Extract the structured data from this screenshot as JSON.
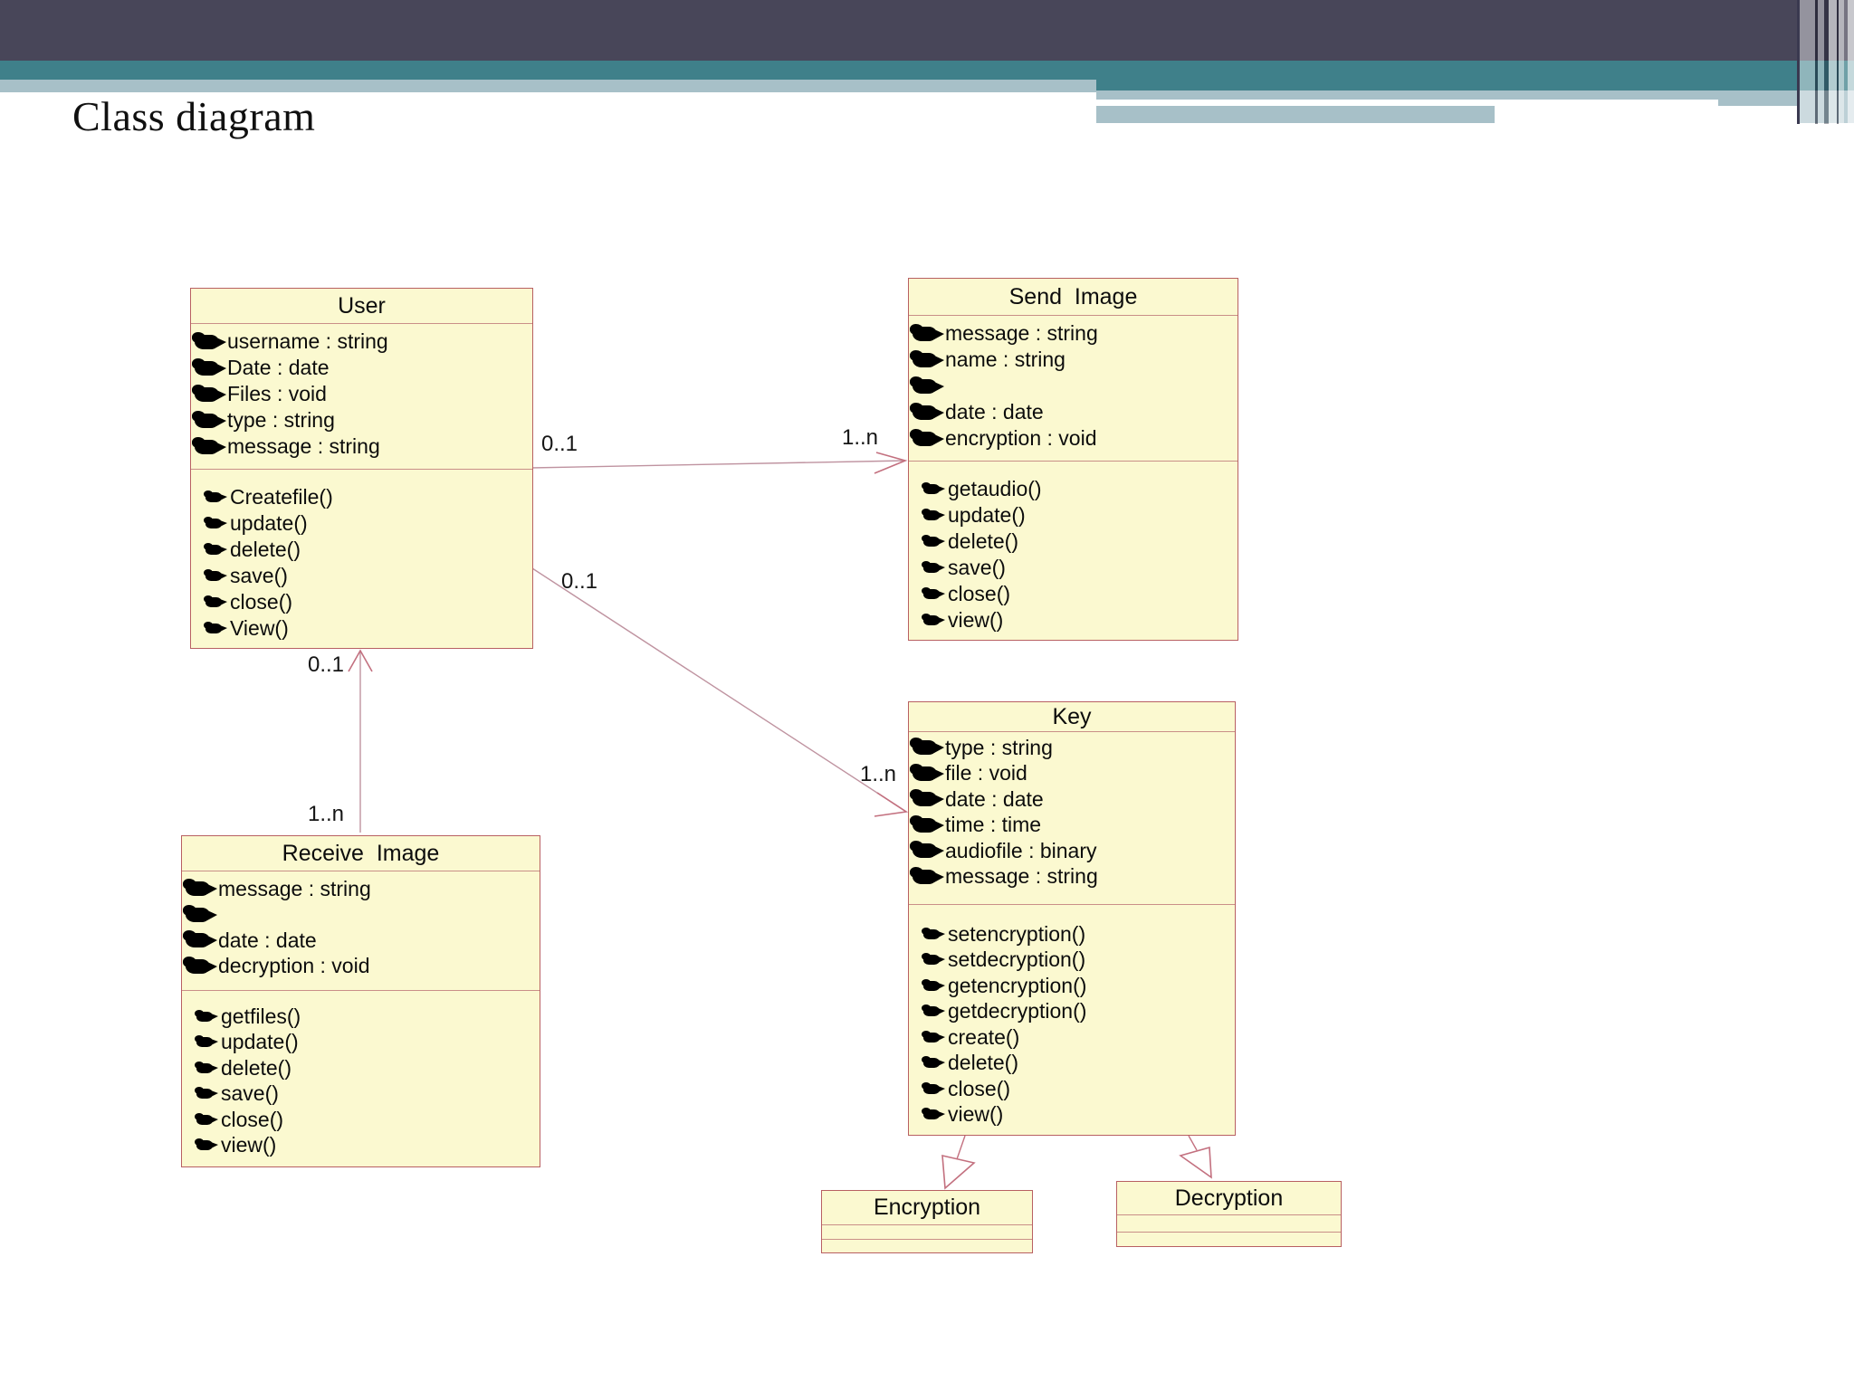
{
  "slide": {
    "title": "Class diagram"
  },
  "colors": {
    "header_dark": "#484659",
    "header_teal": "#3F808A",
    "header_light": "#A7C0C8",
    "class_fill": "#FBF9D0",
    "class_border": "#B86062",
    "association_line": "#BF93A0",
    "generalization_line": "#C3707F",
    "text": "#0c0c0c"
  },
  "classes": {
    "user": {
      "name": "User",
      "attributes": [
        "username : string",
        "Date : date",
        "Files : void",
        "type : string",
        "message : string"
      ],
      "operations": [
        "Createfile()",
        "update()",
        "delete()",
        "save()",
        "close()",
        "View()"
      ]
    },
    "send_image": {
      "name": "Send  Image",
      "attributes": [
        "message : string",
        "name : string",
        "",
        "date : date",
        "encryption : void"
      ],
      "operations": [
        "getaudio()",
        "update()",
        "delete()",
        "save()",
        "close()",
        "view()"
      ]
    },
    "key": {
      "name": "Key",
      "attributes": [
        "type : string",
        "file : void",
        "date : date",
        "time : time",
        "audiofile : binary",
        "message : string"
      ],
      "operations": [
        "setencryption()",
        "setdecryption()",
        "getencryption()",
        "getdecryption()",
        "create()",
        "delete()",
        "close()",
        "view()"
      ]
    },
    "receive_image": {
      "name": "Receive  Image",
      "attributes": [
        "message : string",
        "",
        "date : date",
        "decryption : void"
      ],
      "operations": [
        "getfiles()",
        "update()",
        "delete()",
        "save()",
        "close()",
        "view()"
      ]
    },
    "encryption": {
      "name": "Encryption",
      "attributes": [],
      "operations": []
    },
    "decryption": {
      "name": "Decryption",
      "attributes": [],
      "operations": []
    }
  },
  "relationships": [
    {
      "type": "association",
      "from": "User",
      "to": "Send Image",
      "from_multiplicity": "0..1",
      "to_multiplicity": "1..n"
    },
    {
      "type": "association",
      "from": "User",
      "to": "Key",
      "from_multiplicity": "0..1",
      "to_multiplicity": "1..n"
    },
    {
      "type": "association",
      "from": "Receive Image",
      "to": "User",
      "from_multiplicity": "1..n",
      "to_multiplicity": "0..1"
    },
    {
      "type": "generalization",
      "from": "Key",
      "to": "Encryption"
    },
    {
      "type": "generalization",
      "from": "Key",
      "to": "Decryption"
    }
  ]
}
